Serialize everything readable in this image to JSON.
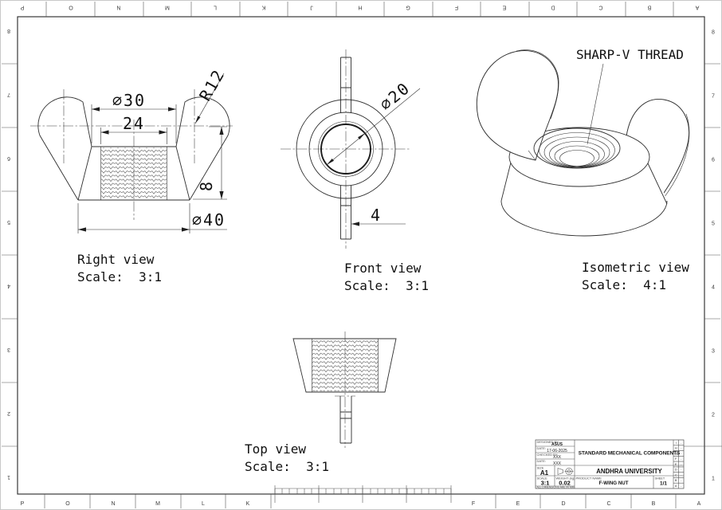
{
  "colors": {
    "background": "#ffffff",
    "line": "#2f2f2f",
    "text": "#101010"
  },
  "zones": {
    "top": [
      "P",
      "O",
      "N",
      "M",
      "L",
      "K",
      "J",
      "H",
      "G",
      "F",
      "E",
      "D",
      "C",
      "B",
      "A"
    ],
    "bottom": [
      "P",
      "O",
      "N",
      "M",
      "L",
      "K",
      "F",
      "E",
      "D",
      "C",
      "B",
      "A"
    ],
    "left": [
      "8",
      "7",
      "6",
      "5",
      "4",
      "3",
      "2",
      "1"
    ],
    "right": [
      "8",
      "7",
      "6",
      "5",
      "4",
      "3",
      "2",
      "1"
    ]
  },
  "views": {
    "right": {
      "title": "Right view",
      "scale": "Scale:  3:1"
    },
    "front": {
      "title": "Front view",
      "scale": "Scale:  3:1"
    },
    "isometric": {
      "title": "Isometric view",
      "scale": "Scale:  4:1"
    },
    "top": {
      "title": "Top view",
      "scale": "Scale:  3:1"
    }
  },
  "dimensions": {
    "dia_top": "⌀30",
    "across_flats": "24",
    "wing_radius": "R12",
    "body_height": "8",
    "dia_base": "⌀40",
    "dia_hole": "⌀20",
    "wing_thickness": "4"
  },
  "annotations": {
    "thread_note": "SHARP-V THREAD"
  },
  "title_block": {
    "designed_by_label": "DESIGNED BY:",
    "designed_by": "ASUS",
    "date1_label": "DATE:",
    "date1": "17-06-2025",
    "checked_by_label": "CHECKED BY:",
    "checked_by": "XXX",
    "date2_label": "DATE:",
    "date2": "XXX",
    "size_label": "SIZE",
    "size": "A1",
    "scale_label": "SCALE",
    "scale": "3:1",
    "weight_label": "WEIGHT (kg)",
    "weight": "0.02",
    "product_label": "PRODUCT NAME",
    "product": "F-WING NUT",
    "sheet_label": "SHEET",
    "sheet_number": "1/1",
    "project": "STANDARD MECHANICAL COMPONENTS",
    "company": "ANDHRA UNIVERSITY",
    "units_note": "ALL DIMENSIONS ARE IN MM",
    "revision_letters": [
      "I",
      "H",
      "G",
      "F",
      "E",
      "D",
      "C",
      "B",
      "A"
    ],
    "revision_dash": "-"
  }
}
